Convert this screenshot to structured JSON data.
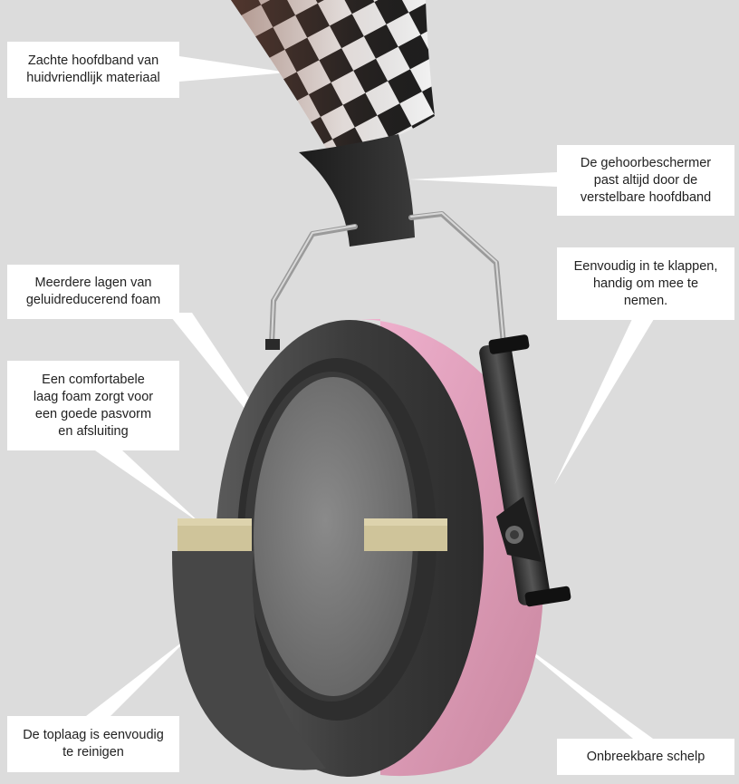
{
  "colors": {
    "background": "#dcdcdc",
    "shell_pink": "#e6a6c4",
    "cushion_dark": "#4a4a4a",
    "foam_grey": "#7b7b7b",
    "foam_layer": "#c9bf96"
  },
  "callouts": [
    {
      "id": "headband",
      "lines": [
        "Zachte hoofdband van",
        "huidvriendlijk materiaal"
      ]
    },
    {
      "id": "adjustable",
      "lines": [
        "De gehoorbeschermer",
        "past altijd door de",
        "verstelbare hoofdband"
      ]
    },
    {
      "id": "layers",
      "lines": [
        "Meerdere lagen van",
        "geluidreducerend foam"
      ]
    },
    {
      "id": "foldable",
      "lines": [
        "Eenvoudig in te klappen,",
        "handig om mee te",
        "nemen."
      ]
    },
    {
      "id": "comfort",
      "lines": [
        "Een comfortabele",
        "laag foam zorgt voor",
        "een goede pasvorm",
        "en afsluiting"
      ]
    },
    {
      "id": "clean",
      "lines": [
        "De toplaag is eenvoudig",
        "te reinigen"
      ]
    },
    {
      "id": "shell",
      "lines": [
        "Onbreekbare schelp"
      ]
    }
  ]
}
